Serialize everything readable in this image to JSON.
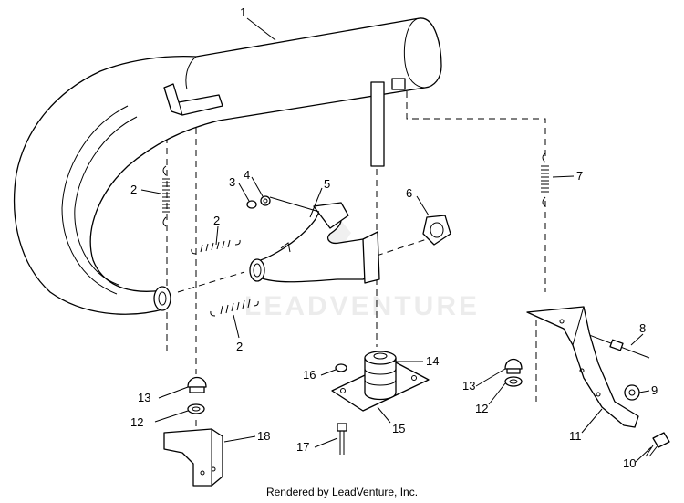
{
  "callouts": {
    "c1": "1",
    "c2a": "2",
    "c2b": "2",
    "c2c": "2",
    "c3": "3",
    "c4": "4",
    "c5": "5",
    "c6": "6",
    "c7": "7",
    "c8": "8",
    "c9": "9",
    "c10": "10",
    "c11": "11",
    "c12a": "12",
    "c12b": "12",
    "c13a": "13",
    "c13b": "13",
    "c14": "14",
    "c15": "15",
    "c16": "16",
    "c17": "17",
    "c18": "18"
  },
  "watermark": "LEADVENTURE",
  "footer": "Rendered by LeadVenture, Inc.",
  "colors": {
    "line": "#000000",
    "background": "#ffffff"
  }
}
